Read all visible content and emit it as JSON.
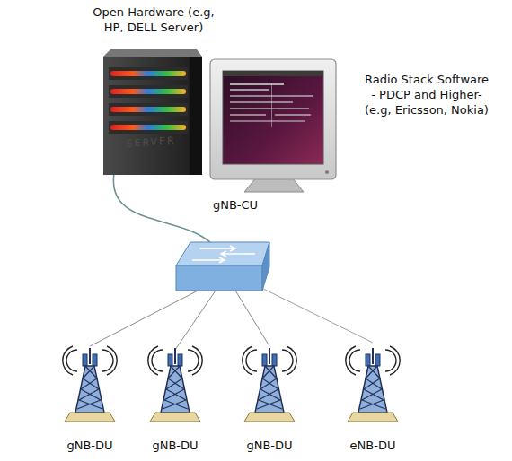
{
  "diagram": {
    "nodes": [
      {
        "text": [
          "Open Hardware (e.g, HP, DELL Server)"
        ]
      },
      {
        "text": [
          "gNB-DU"
        ]
      },
      {
        "text": [
          "gNB-DU"
        ]
      },
      {
        "text": [
          "gNB-DU"
        ]
      },
      {
        "text": [
          "eNB-DU"
        ]
      }
    ],
    "labels": [
      "SERVER",
      "gNB-CU",
      "Radio Stack Software - PDCP and Higher- (e.g, Ericsson, Nokia)"
    ]
  }
}
